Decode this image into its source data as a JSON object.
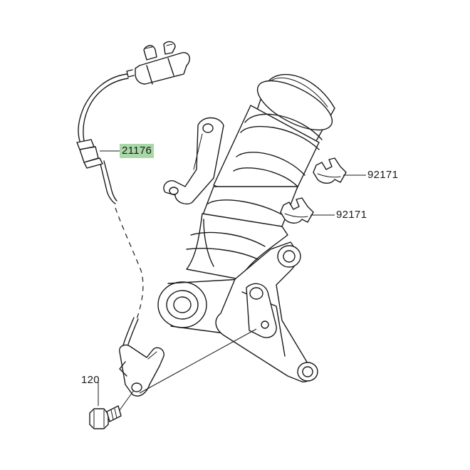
{
  "callouts": [
    {
      "id": "sensor",
      "number": "21176",
      "highlighted": true
    },
    {
      "id": "clip-upper",
      "number": "92171",
      "highlighted": false
    },
    {
      "id": "clip-lower",
      "number": "92171",
      "highlighted": false
    },
    {
      "id": "bolt",
      "number": "120",
      "highlighted": false
    }
  ],
  "colors": {
    "line": "#1a1a1a",
    "highlight": "#a8d8a8",
    "background": "#ffffff"
  }
}
